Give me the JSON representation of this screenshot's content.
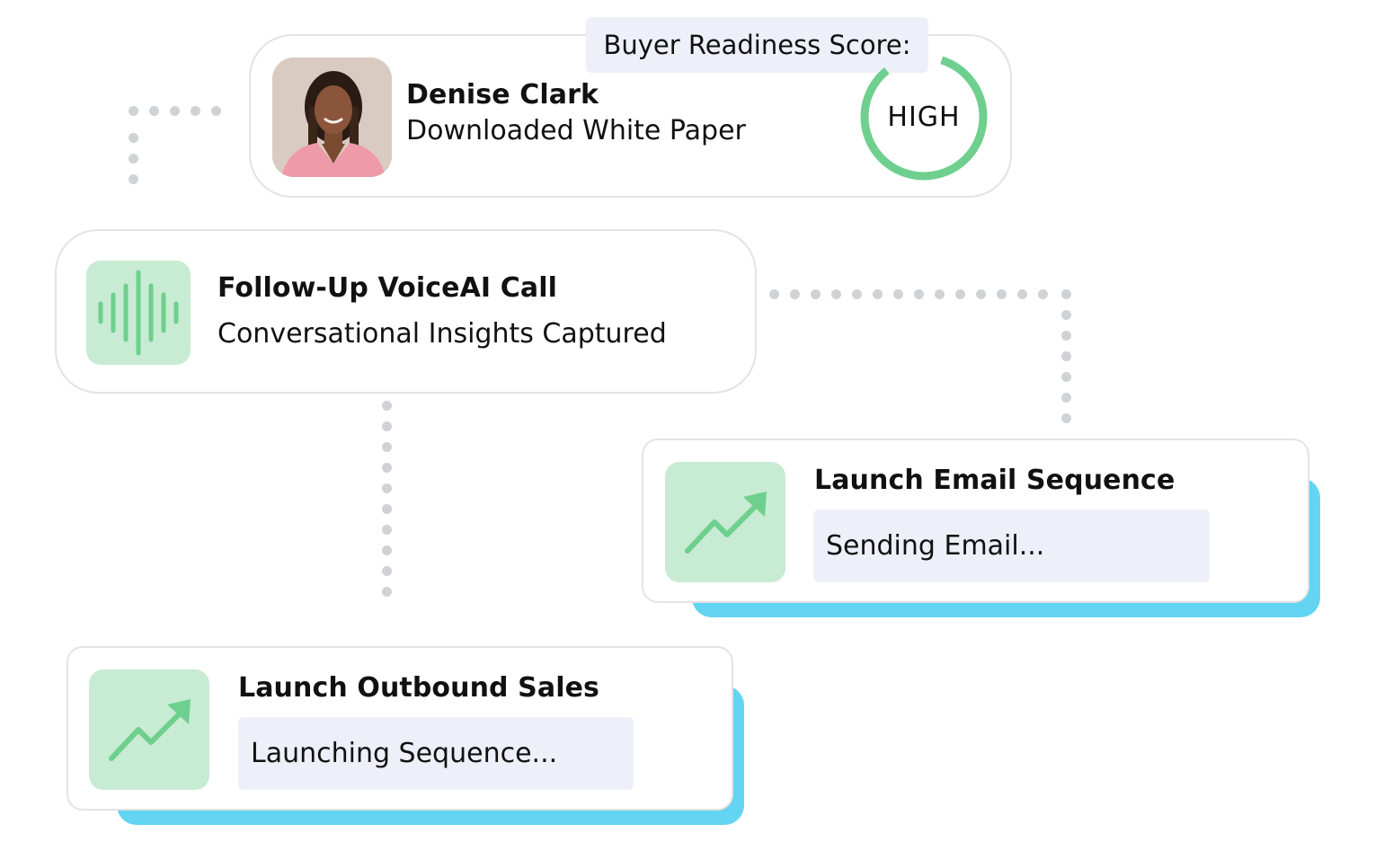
{
  "lead": {
    "name": "Denise Clark",
    "action": "Downloaded White Paper",
    "score_label": "Buyer Readiness Score:",
    "score_value": "HIGH"
  },
  "voice_call": {
    "title": "Follow-Up VoiceAI Call",
    "subtitle": "Conversational Insights Captured"
  },
  "email_sequence": {
    "title": "Launch Email Sequence",
    "status": "Sending Email..."
  },
  "outbound_sales": {
    "title": "Launch Outbound Sales",
    "status": "Launching Sequence..."
  },
  "colors": {
    "accent_green": "#6fcf8e",
    "icon_bg": "#c8ebd3",
    "shadow_blue": "#63d4f1",
    "status_bg": "#eef0f9",
    "dot_gray": "#cfd3d6",
    "border_gray": "#e3e3e3"
  },
  "icons": {
    "voice": "sound-wave-icon",
    "trend": "trending-up-arrow-icon"
  }
}
